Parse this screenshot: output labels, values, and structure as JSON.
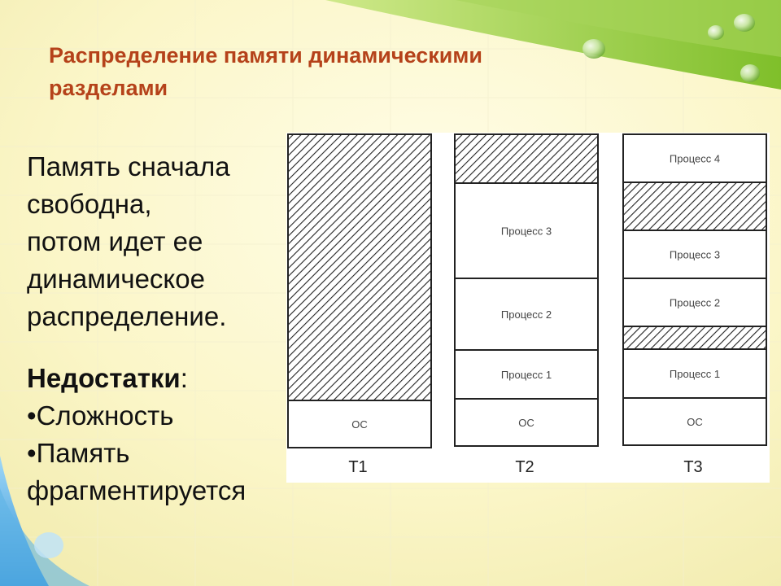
{
  "slide": {
    "title_line1": "Распределение памяти динамическими",
    "title_line2": "разделами",
    "body_lines": [
      "Память сначала",
      "свободна,",
      "потом идет ее",
      "динамическое",
      "распределение."
    ],
    "drawbacks_heading": "Недостатки",
    "drawbacks_colon": ":",
    "bullet_char": "•",
    "drawbacks": [
      "Сложность",
      "Память"
    ],
    "drawbacks_continuation": "фрагментируется"
  },
  "diagram": {
    "columns": [
      {
        "label": "T1",
        "blocks": [
          {
            "kind": "free",
            "label": ""
          },
          {
            "kind": "os",
            "label": "ОС"
          }
        ]
      },
      {
        "label": "T2",
        "blocks": [
          {
            "kind": "free",
            "label": ""
          },
          {
            "kind": "process",
            "label": "Процесс 3"
          },
          {
            "kind": "process",
            "label": "Процесс 2"
          },
          {
            "kind": "process",
            "label": "Процесс 1"
          },
          {
            "kind": "os",
            "label": "ОС"
          }
        ]
      },
      {
        "label": "T3",
        "blocks": [
          {
            "kind": "process",
            "label": "Процесс 4"
          },
          {
            "kind": "free",
            "label": ""
          },
          {
            "kind": "process",
            "label": "Процесс 3"
          },
          {
            "kind": "process",
            "label": "Процесс 2"
          },
          {
            "kind": "free",
            "label": ""
          },
          {
            "kind": "process",
            "label": "Процесс 1"
          },
          {
            "kind": "os",
            "label": "ОС"
          }
        ]
      }
    ]
  },
  "colors": {
    "title": "#b5421a",
    "hatch": "#222222",
    "green_accent": "#8cc63f",
    "blue_accent": "#3ea0dd"
  }
}
